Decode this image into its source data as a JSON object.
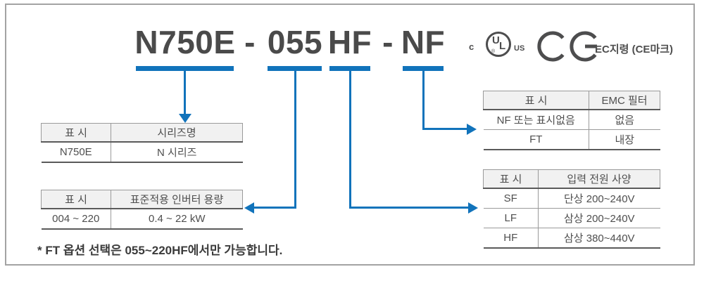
{
  "model": {
    "full": "N750E - 055 HF - NF",
    "parts": [
      "N750E",
      "-",
      "055",
      "HF",
      "-",
      "NF"
    ]
  },
  "certifications": {
    "ul": {
      "prefix": "c",
      "letter_u": "U",
      "letter_l": "L",
      "registered": "®",
      "suffix": "US"
    },
    "ce_caption": "EC지령 (CE마크)"
  },
  "tables": {
    "series": {
      "headers": [
        "표 시",
        "시리즈명"
      ],
      "rows": [
        [
          "N750E",
          "N 시리즈"
        ]
      ]
    },
    "capacity": {
      "headers": [
        "표 시",
        "표준적용 인버터 용량"
      ],
      "rows": [
        [
          "004 ~ 220",
          "0.4 ~ 22 kW"
        ]
      ]
    },
    "emc_filter": {
      "headers": [
        "표 시",
        "EMC 필터"
      ],
      "rows": [
        [
          "NF 또는 표시없음",
          "없음"
        ],
        [
          "FT",
          "내장"
        ]
      ]
    },
    "input_power": {
      "headers": [
        "표 시",
        "입력 전원 사양"
      ],
      "rows": [
        [
          "SF",
          "단상 200~240V"
        ],
        [
          "LF",
          "삼상 200~240V"
        ],
        [
          "HF",
          "삼상 380~440V"
        ]
      ]
    }
  },
  "note": "* FT 옵션 선택은 055~220HF에서만 가능합니다.",
  "colors": {
    "accent_blue": "#1173bb",
    "title_gray": "#4a4a4a",
    "cert_gray": "#4d4d4e",
    "table_header_bg": "#f1f1f1",
    "panel_border": "#a3a3a3"
  }
}
